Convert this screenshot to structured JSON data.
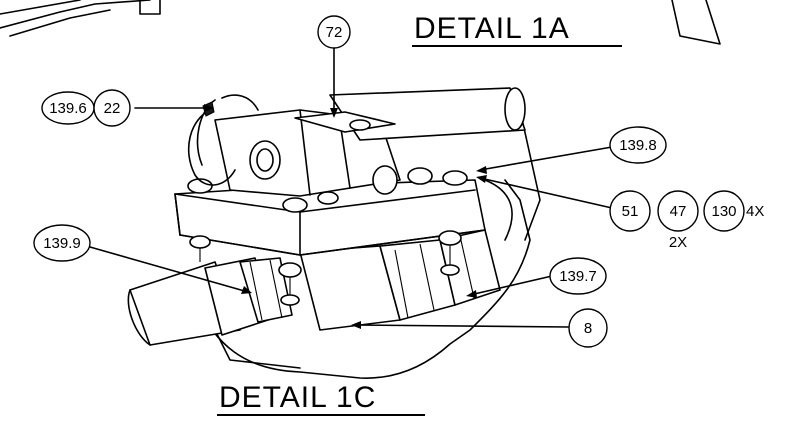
{
  "headings": {
    "detail_top": "DETAIL  1A",
    "detail_bottom": "DETAIL  1C"
  },
  "callouts": {
    "c72": "72",
    "c139_6": "139.6",
    "c22": "22",
    "c139_8": "139.8",
    "c51": "51",
    "c47": "47",
    "c130": "130",
    "c139_9": "139.9",
    "c139_7": "139.7",
    "c8": "8"
  },
  "quantities": {
    "q4x": "4X",
    "q2x": "2X"
  }
}
